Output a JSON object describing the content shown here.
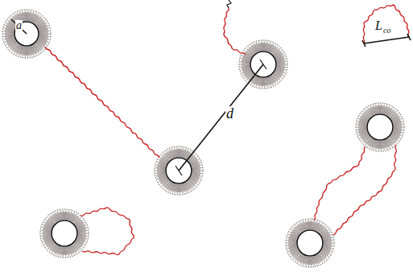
{
  "diagram": {
    "labels": [
      "a",
      "d",
      "L",
      "co"
    ]
  }
}
